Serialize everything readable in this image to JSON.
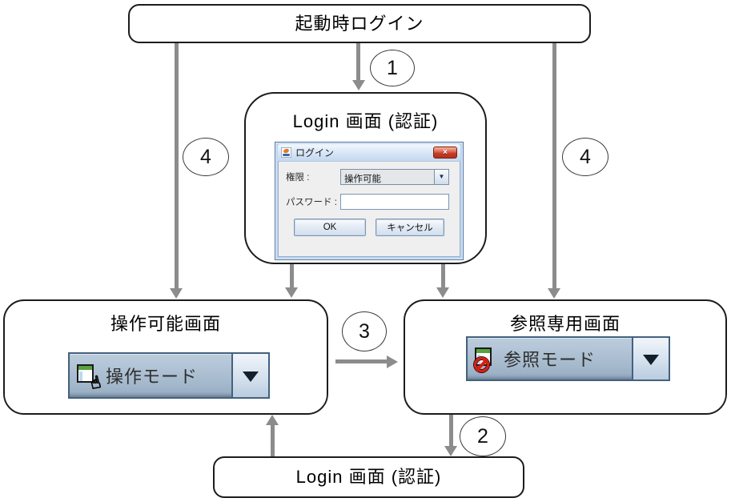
{
  "nodes": {
    "startup": {
      "label": "起動時ログイン"
    },
    "login_top": {
      "label": "Login 画面 (認証)"
    },
    "operable": {
      "label": "操作可能画面"
    },
    "reference": {
      "label": "参照専用画面"
    },
    "login_bottom": {
      "label": "Login 画面 (認証)"
    }
  },
  "steps": {
    "one": "1",
    "two": "2",
    "three": "3",
    "four_left": "4",
    "four_right": "4"
  },
  "dialog": {
    "title": "ログイン",
    "permission_label": "権限 :",
    "permission_value": "操作可能",
    "password_label": "パスワード :",
    "password_value": "",
    "ok": "OK",
    "cancel": "キャンセル"
  },
  "modes": {
    "operable": {
      "label": "操作モード"
    },
    "reference": {
      "label": "参照モード"
    }
  },
  "icons": {
    "close": "×",
    "hand": "☝",
    "combo_arrow": "▼"
  },
  "colors": {
    "arrow": "#8c8c8c",
    "node_border": "#1c1c1c",
    "mode_dropdown_bg": "#a9bdd2",
    "mode_dropdown_border": "#44617e",
    "dialog_frame": "#bdd5ef",
    "dialog_body": "#efefef",
    "close_button_red": "#c43a24",
    "prohibition_red": "#db1d12"
  }
}
